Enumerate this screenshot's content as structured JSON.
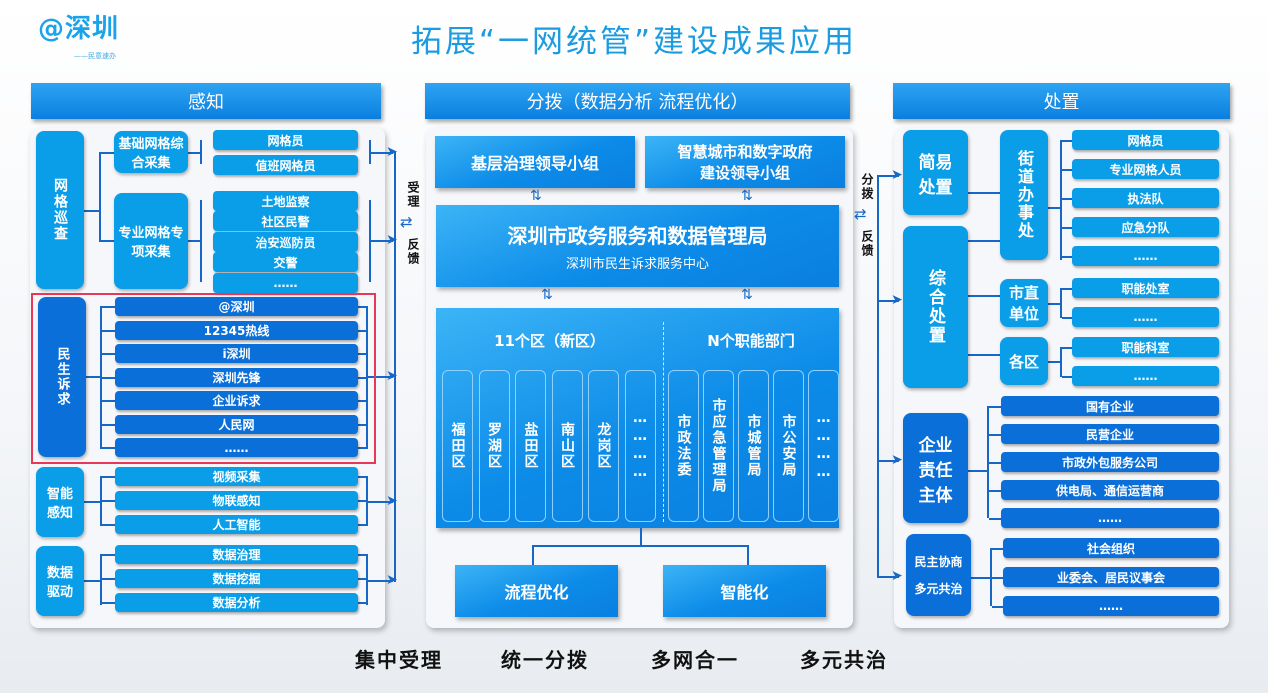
{
  "logo": {
    "text": "@深圳",
    "subtitle": "——民意速办",
    "accent": "#1aa3ea"
  },
  "title": "拓展“一网统管”建设成果应用",
  "columns": {
    "left": "感知",
    "middle": "分拨（数据分析  流程优化）",
    "right": "处置"
  },
  "perception": {
    "grid": {
      "label": "网格巡查",
      "basic": {
        "label": "基础网格综合采集",
        "items": [
          "网格员",
          "值班网格员"
        ]
      },
      "special": {
        "label": "专业网格专项采集",
        "items": [
          "土地监察",
          "社区民警",
          "治安巡防员",
          "交警",
          "……"
        ]
      }
    },
    "livelihood": {
      "label": "民生诉求",
      "items": [
        "@深圳",
        "12345热线",
        "i深圳",
        "深圳先锋",
        "企业诉求",
        "人民网",
        "……"
      ]
    },
    "smart": {
      "label": "智能感知",
      "items": [
        "视频采集",
        "物联感知",
        "人工智能"
      ]
    },
    "data": {
      "label": "数据驱动",
      "items": [
        "数据治理",
        "数据挖掘",
        "数据分析"
      ]
    }
  },
  "flow_left": {
    "accept": "受理",
    "feedback": "反馈"
  },
  "flow_right": {
    "dispatch": "分拨",
    "feedback": "反馈"
  },
  "dispatch": {
    "group1": "基层治理领导小组",
    "group2_line1": "智慧城市和数字政府",
    "group2_line2": "建设领导小组",
    "bureau": "深圳市政务服务和数据管理局",
    "bureau_sub": "深圳市民生诉求服务中心",
    "districts_title": "11个区（新区）",
    "districts": [
      "福田区",
      "罗湖区",
      "盐田区",
      "南山区",
      "龙岗区",
      "…………"
    ],
    "depts_title": "N个职能部门",
    "depts": [
      "市政法委",
      "市应急管理局",
      "市城管局",
      "市公安局",
      "…………"
    ],
    "process": "流程优化",
    "smart": "智能化"
  },
  "disposal": {
    "simple": "简易处置",
    "composite": "综合处置",
    "street": {
      "label": "街道办事处",
      "items": [
        "网格员",
        "专业网格人员",
        "执法队",
        "应急分队",
        "……"
      ]
    },
    "city_units": {
      "label": "市直单位",
      "items": [
        "职能处室",
        "……"
      ]
    },
    "districts": {
      "label": "各区",
      "items": [
        "职能科室",
        "……"
      ]
    },
    "enterprise": {
      "label": "企业责任主体",
      "items": [
        "国有企业",
        "民营企业",
        "市政外包服务公司",
        "供电局、通信运营商",
        "……"
      ]
    },
    "democracy": {
      "label1": "民主协商",
      "label2": "多元共治",
      "items": [
        "社会组织",
        "业委会、居民议事会",
        "……"
      ]
    }
  },
  "slogans": [
    "集中受理",
    "统一分拨",
    "多网合一",
    "多元共治"
  ],
  "highlight_color": "#e8385a"
}
